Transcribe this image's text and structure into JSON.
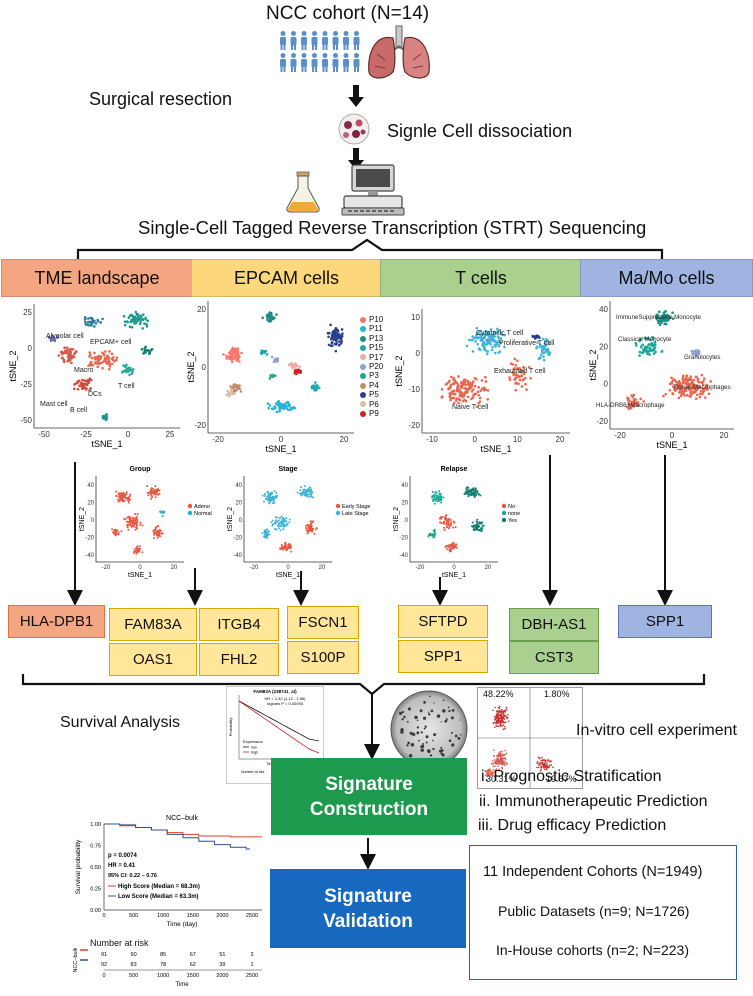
{
  "header": {
    "cohort_title": "NCC cohort (N=14)",
    "step_resection": "Surgical resection",
    "step_dissociation": "Signle Cell dissociation",
    "step_sequencing": "Single-Cell Tagged Reverse Transcription (STRT) Sequencing"
  },
  "categories": [
    {
      "label": "TME landscape",
      "color": "#f4a582"
    },
    {
      "label": "EPCAM cells",
      "color": "#fdd77b"
    },
    {
      "label": "T cells",
      "color": "#a9d08e"
    },
    {
      "label": "Ma/Mo cells",
      "color": "#9fb4e0"
    }
  ],
  "tsne_top": {
    "xlabel": "tSNE_1",
    "ylabel": "tSNE_2",
    "tme": {
      "yticks": [
        "25",
        "0",
        "-25",
        "-50"
      ],
      "xticks": [
        "-50",
        "-25",
        "0",
        "25"
      ],
      "labels": [
        "Alveolar cell",
        "EPCAM+ cell",
        "Mast cell",
        "B cell",
        "DCs",
        "T cell",
        "Macro"
      ]
    },
    "epcam": {
      "yticks": [
        "20",
        "0",
        "-20"
      ],
      "xticks": [
        "-20",
        "0",
        "20"
      ],
      "legend": [
        {
          "name": "P10",
          "color": "#f8766d"
        },
        {
          "name": "P11",
          "color": "#26b2d6"
        },
        {
          "name": "P13",
          "color": "#1e8c7e"
        },
        {
          "name": "P15",
          "color": "#1ca9b3"
        },
        {
          "name": "P17",
          "color": "#f4a6a0"
        },
        {
          "name": "P20",
          "color": "#8c9fcf"
        },
        {
          "name": "P3",
          "color": "#22a884"
        },
        {
          "name": "P4",
          "color": "#c08d6a"
        },
        {
          "name": "P5",
          "color": "#2a3f8c"
        },
        {
          "name": "P6",
          "color": "#d6bfa8"
        },
        {
          "name": "P9",
          "color": "#d21f1f"
        }
      ]
    },
    "tcell": {
      "yticks": [
        "10",
        "0",
        "-10",
        "-20"
      ],
      "xticks": [
        "-10",
        "0",
        "10",
        "20"
      ],
      "labels": [
        "Cytotoxic T cell",
        "Proliferative T cell",
        "Exhausted T cell",
        "Naive T cell"
      ]
    },
    "mamo": {
      "yticks": [
        "40",
        "20",
        "0",
        "-20"
      ],
      "xticks": [
        "-20",
        "0",
        "20"
      ],
      "labels": [
        "ImmuneSuppressive Monocyte",
        "Classical Monocyte",
        "Granulocytes",
        "Tissue-Macrophages",
        "HLA-DRB6+Macrophage"
      ]
    }
  },
  "tsne_mid": {
    "xlabel": "tSNE_1",
    "ylabel": "tSNE_2",
    "group": {
      "title": "Group",
      "legend": [
        {
          "name": "Adeno",
          "color": "#e8563f"
        },
        {
          "name": "Normal",
          "color": "#29a9c9"
        }
      ]
    },
    "stage": {
      "title": "Stage",
      "legend": [
        {
          "name": "Early Stage",
          "color": "#e8563f"
        },
        {
          "name": "Late Stage",
          "color": "#3cb4d8"
        }
      ]
    },
    "relapse": {
      "title": "Relapse",
      "legend": [
        {
          "name": "No",
          "color": "#e8563f"
        },
        {
          "name": "none",
          "color": "#1aa88f"
        },
        {
          "name": "Yes",
          "color": "#0b7d6c"
        }
      ]
    },
    "yticks": [
      "40",
      "20",
      "0",
      "-20",
      "-40"
    ],
    "xticks": [
      "-20",
      "0",
      "20"
    ]
  },
  "genes": {
    "tme": [
      "HLA-DPB1"
    ],
    "epcam_col1": [
      "FAM83A",
      "OAS1"
    ],
    "epcam_col2": [
      "ITGB4",
      "FHL2"
    ],
    "epcam_col3": [
      "FSCN1",
      "S100P"
    ],
    "epcam_col4": [
      "SFTPD",
      "SPP1"
    ],
    "tcell": [
      "DBH-AS1",
      "CST3"
    ],
    "mamo": [
      "SPP1"
    ]
  },
  "survival_analysis": {
    "label": "Survival Analysis",
    "km_title": "FAM83A (238741_at)",
    "km_stats": "HR = 1.32 (1.12 - 1.56)",
    "km_logrank": "logrank P = 0.00093",
    "km_ylabel": "Probability",
    "km_xlabel": "Time (months)",
    "km_legend_title": "Expression",
    "km_legend": [
      "low",
      "high"
    ],
    "km_risk_label": "Number at risk"
  },
  "invitro": {
    "label": "In-vitro cell experiment",
    "q1": "48.22%",
    "q2": "1.80%",
    "q3": "30.31%",
    "q4": "19.67%"
  },
  "ncc_bulk": {
    "title": "NCC–bulk",
    "p": "p = 0.0074",
    "hr": "HR = 0.41",
    "ci": "95% CI: 0.22 – 0.76",
    "high": "High Score (Median = 68.3m)",
    "low": "Low Score (Median = 63.3m)",
    "ylabel": "Survival probability",
    "xlabel": "Time (day)",
    "yticks": [
      "1.00",
      "0.75",
      "0.50",
      "0.25",
      "0.00"
    ],
    "xticks": [
      "0",
      "500",
      "1000",
      "1500",
      "2000",
      "2500"
    ],
    "risk_title": "Number at risk",
    "risk_ylabel": "NCC–bulk",
    "risk_high": [
      "91",
      "90",
      "85",
      "67",
      "51",
      "3"
    ],
    "risk_low": [
      "92",
      "83",
      "78",
      "62",
      "39",
      "1"
    ],
    "risk_xlabel": "Time"
  },
  "signature": {
    "construction_l1": "Signature",
    "construction_l2": "Construction",
    "validation_l1": "Signature",
    "validation_l2": "Validation"
  },
  "applications": [
    "i.  Prognostic Stratification",
    "ii. Immunotherapeutic Prediction",
    "iii. Drug efficacy Prediction"
  ],
  "cohorts": {
    "title": "11 Independent Cohorts (N=1949)",
    "public": "Public Datasets  (n=9; N=1726)",
    "inhouse": "In-House cohorts (n=2; N=223)"
  },
  "colors": {
    "adeno_red": "#e8563f",
    "teal": "#1aa88f",
    "blue": "#29a9c9",
    "construction_green": "#1d9a4e",
    "validation_blue": "#1769c0",
    "gene_yellow": "#ffe699",
    "gene_orange": "#f4a582",
    "gene_green": "#a9d08e",
    "gene_blue": "#9fb4e0"
  }
}
